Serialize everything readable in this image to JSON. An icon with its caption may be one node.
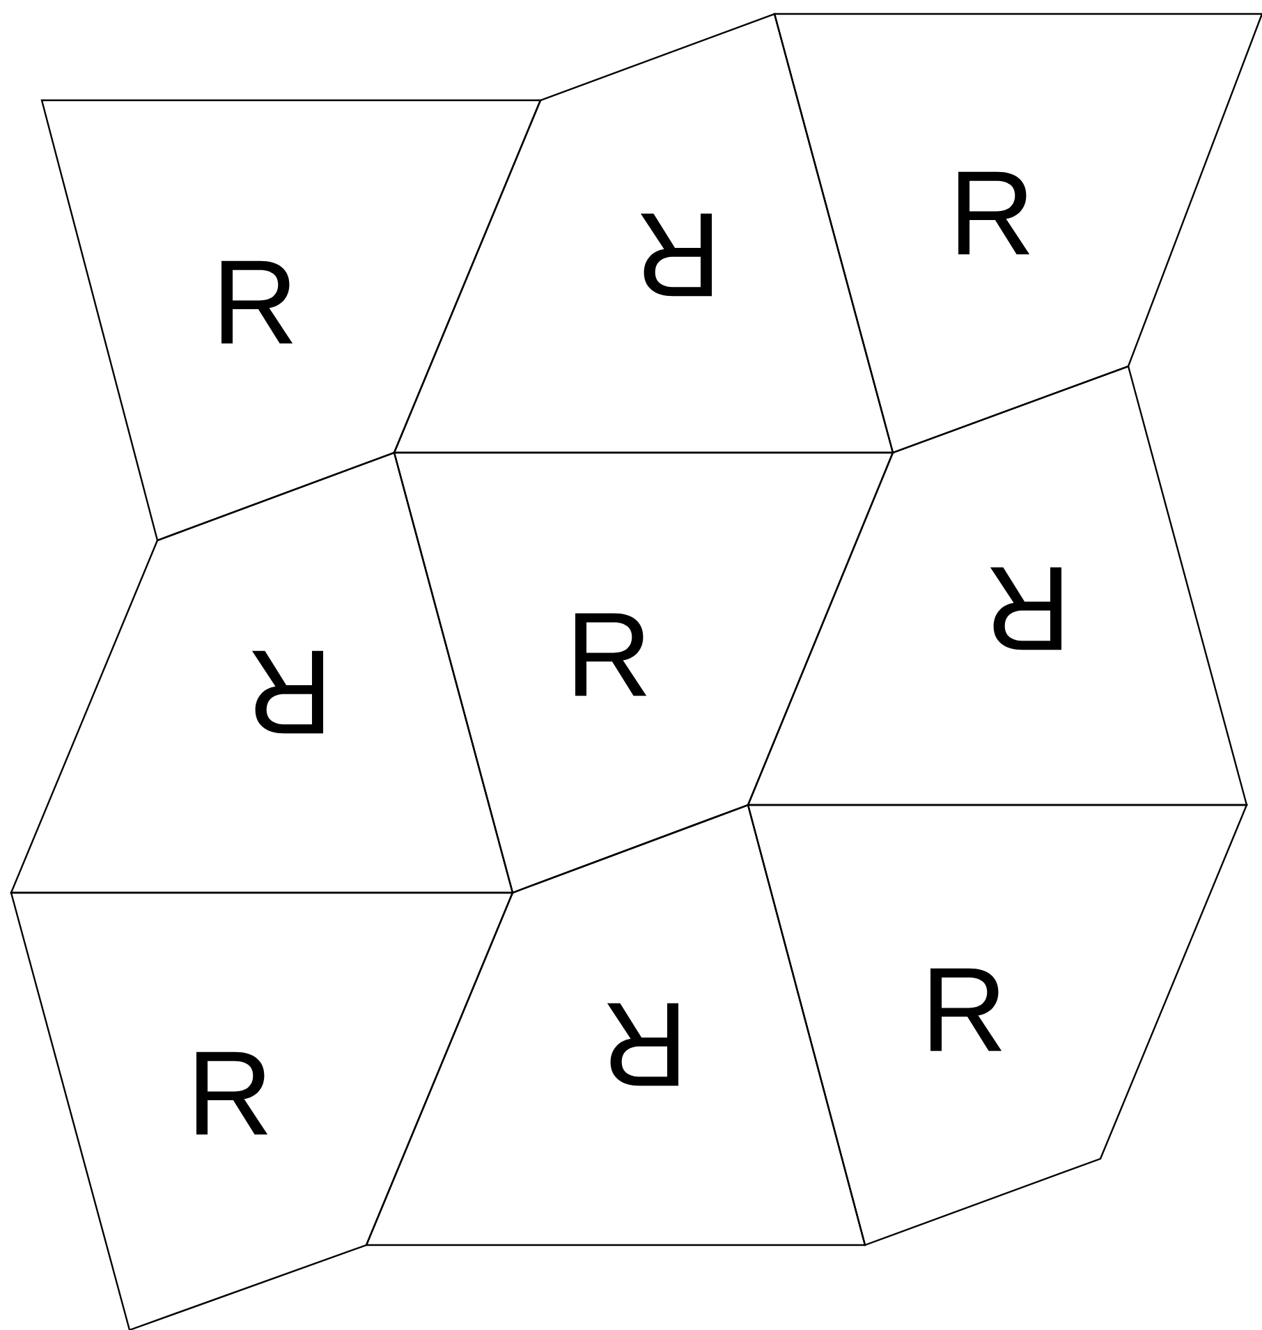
{
  "diagram": {
    "nodes": [
      {
        "text": [
          "R"
        ]
      },
      {
        "text": [
          "R"
        ]
      },
      {
        "text": [
          "R"
        ]
      },
      {
        "text": [
          "R"
        ]
      },
      {
        "text": [
          "R"
        ]
      },
      {
        "text": [
          "R"
        ]
      },
      {
        "text": [
          "R"
        ]
      },
      {
        "text": [
          "R"
        ]
      },
      {
        "text": [
          "R"
        ]
      }
    ]
  }
}
